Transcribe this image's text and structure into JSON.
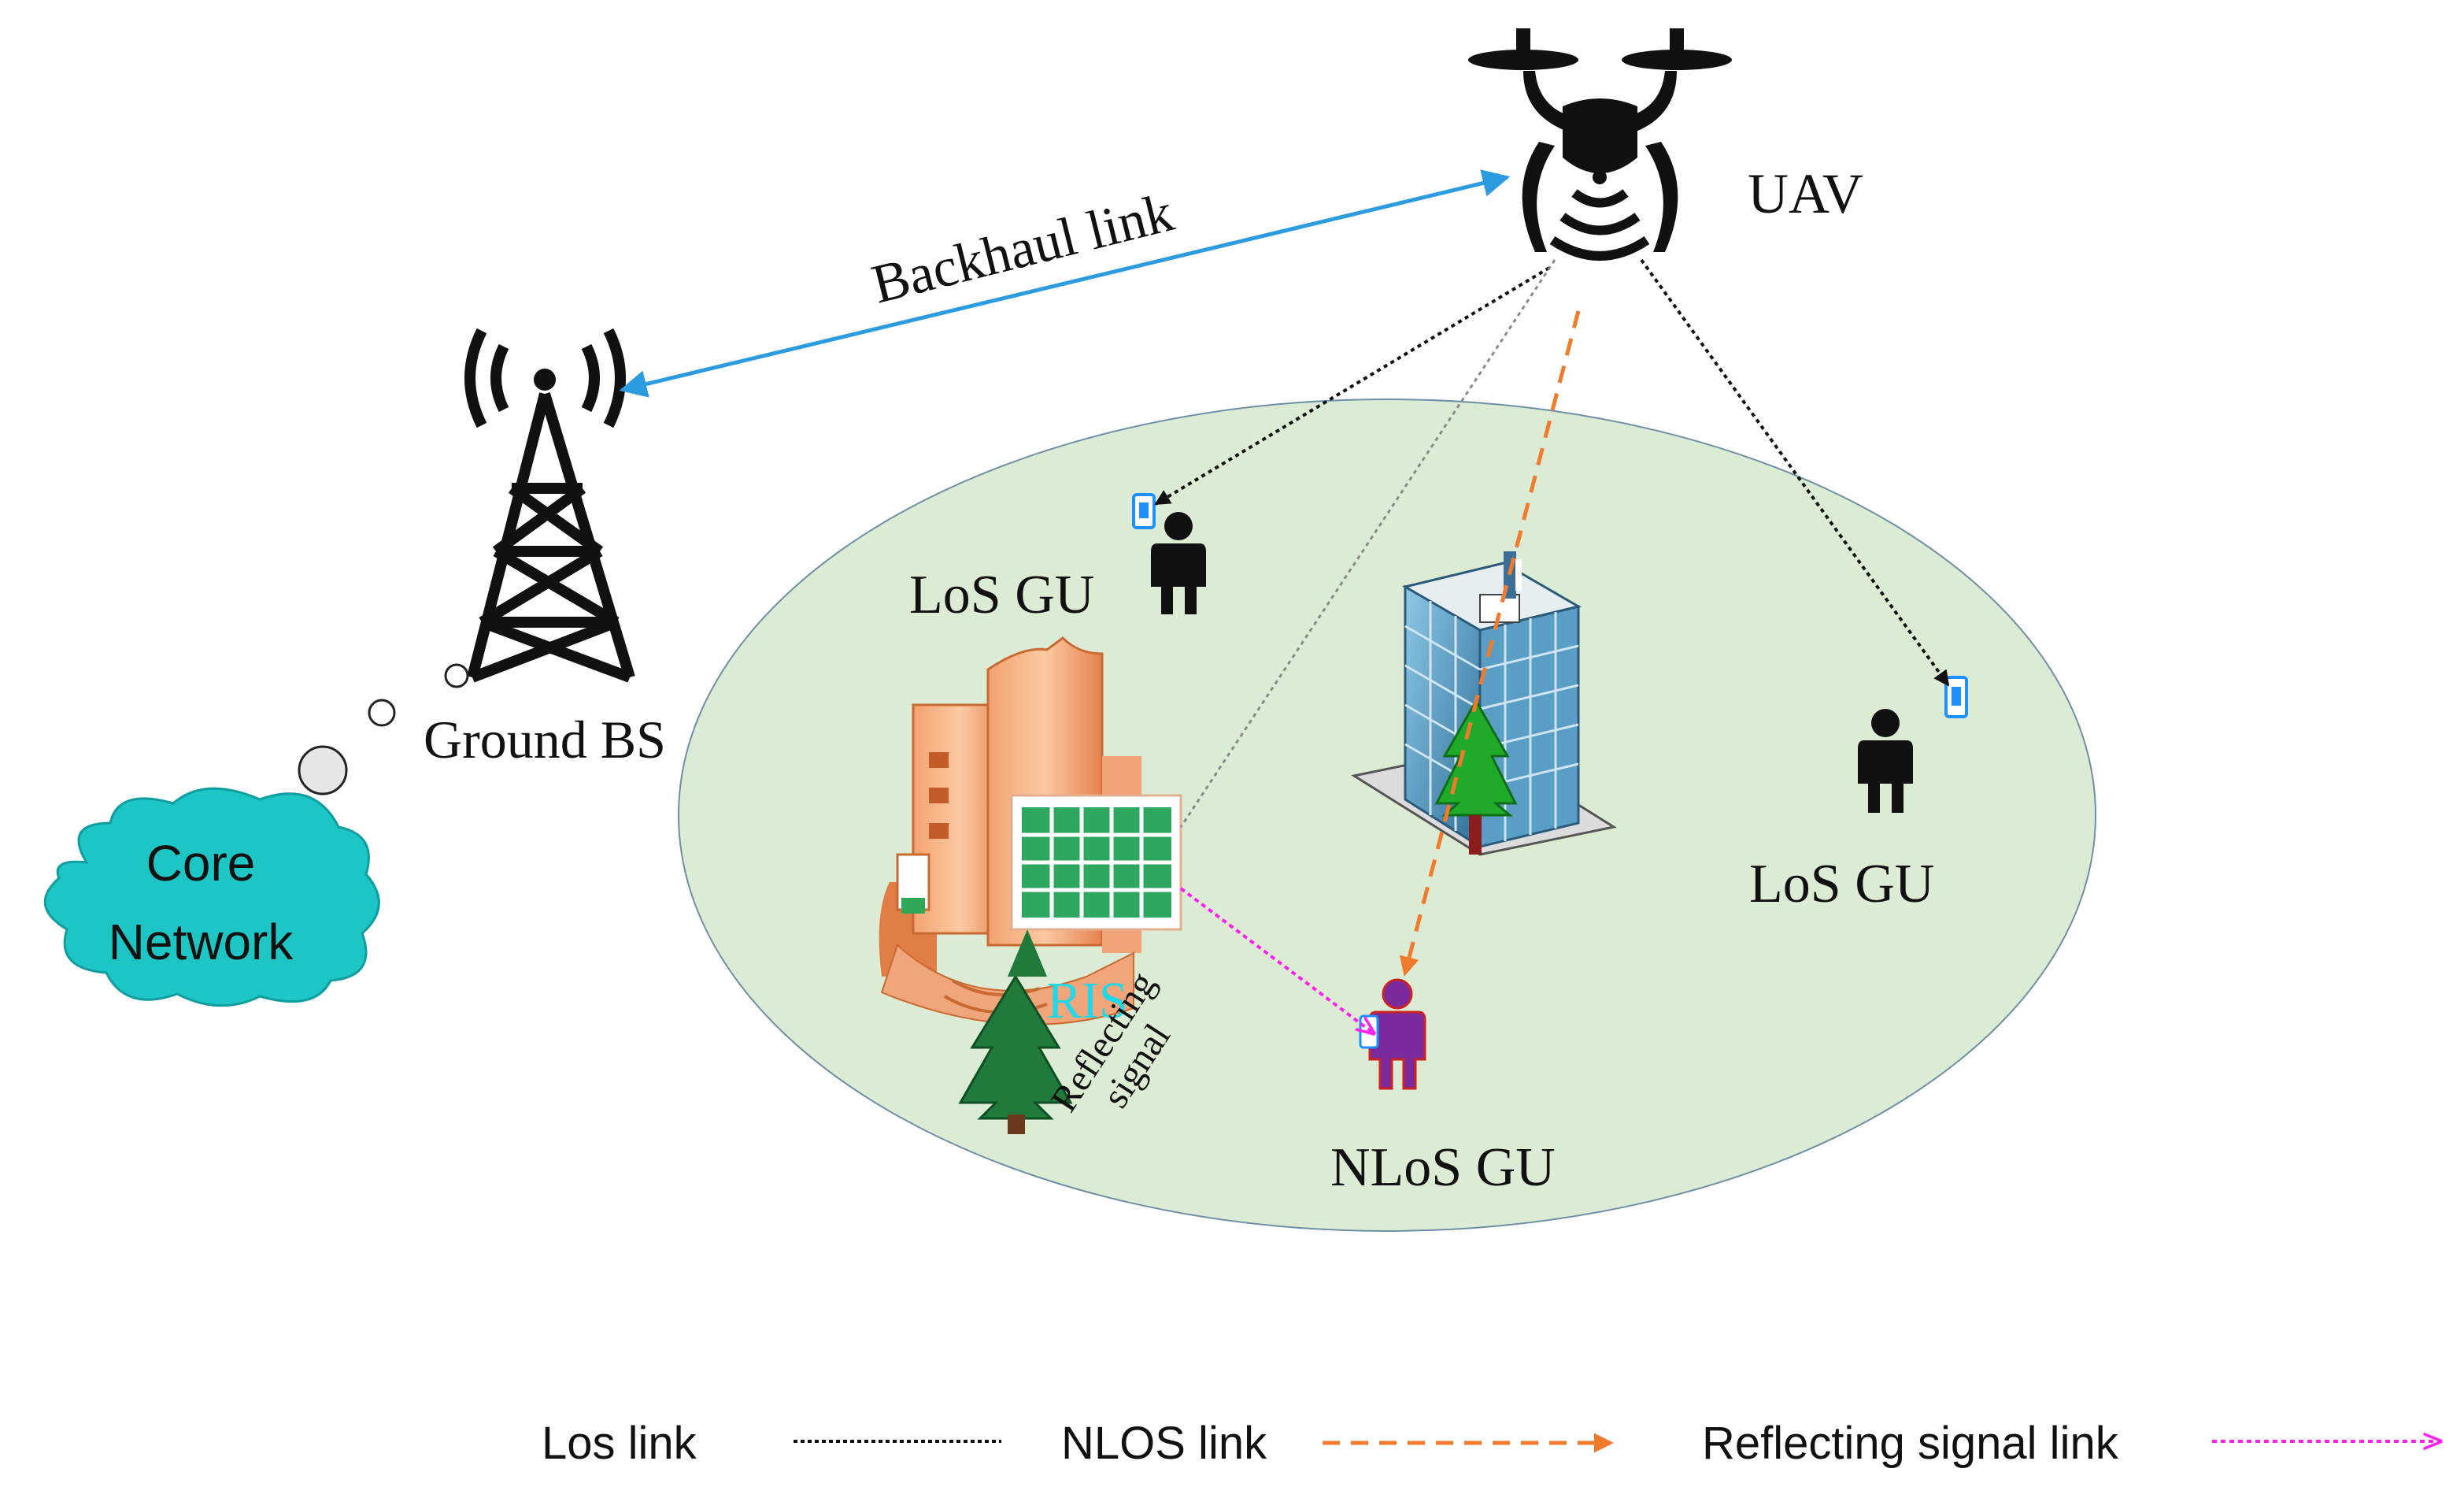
{
  "labels": {
    "uav": "UAV",
    "backhaul": "Backhaul link",
    "ground_bs": "Ground BS",
    "core_network_line1": "Core",
    "core_network_line2": "Network",
    "los_gu_left": "LoS GU",
    "los_gu_right": "LoS GU",
    "ris": "RIS",
    "reflecting_line1": "Reflecting",
    "reflecting_line2": "signal",
    "nlos_gu": "NLoS GU"
  },
  "legend": {
    "los": "Los link",
    "nlos": "NLOS link",
    "reflecting": "Reflecting signal link"
  },
  "colors": {
    "coverage_fill": "#dcebd3",
    "coverage_stroke": "#6f8fa6",
    "backhaul": "#2d9be0",
    "los_link": "#1a1a1a",
    "nlos_link": "#f07b2c",
    "reflecting_link": "#ff22ee",
    "cloud": "#1ec5c5",
    "ris_text": "#20d8e8",
    "nlos_user": "#7b2a9e",
    "phone": "#1e90ff"
  }
}
